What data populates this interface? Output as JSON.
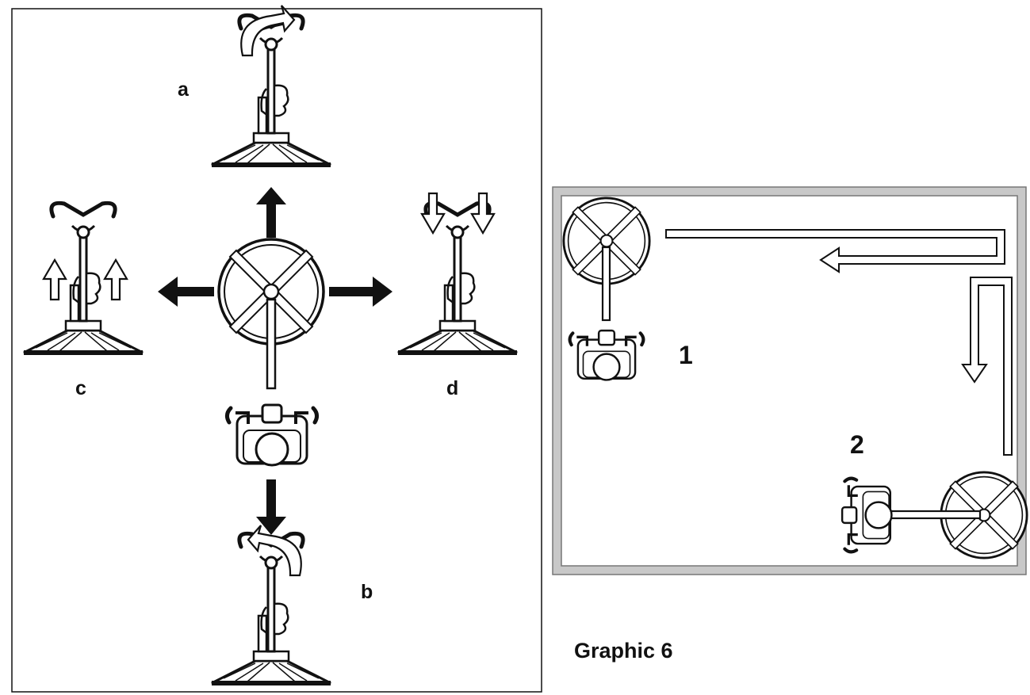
{
  "left_panel": {
    "labels": {
      "a": "a",
      "b": "b",
      "c": "c",
      "d": "d"
    }
  },
  "right_panel": {
    "labels": {
      "one": "1",
      "two": "2"
    }
  },
  "caption": "Graphic 6",
  "colors": {
    "ink": "#111111",
    "frame": "#8f8f8f",
    "frame_fill": "#c8c8c8",
    "background": "#ffffff"
  },
  "icons": [
    "machine-top-view-icon",
    "rotate-clockwise-icon",
    "rotate-counterclockwise-icon",
    "push-down-arrows-icon",
    "lift-up-arrows-icon",
    "direction-arrow-icon",
    "path-arrow-icon"
  ]
}
